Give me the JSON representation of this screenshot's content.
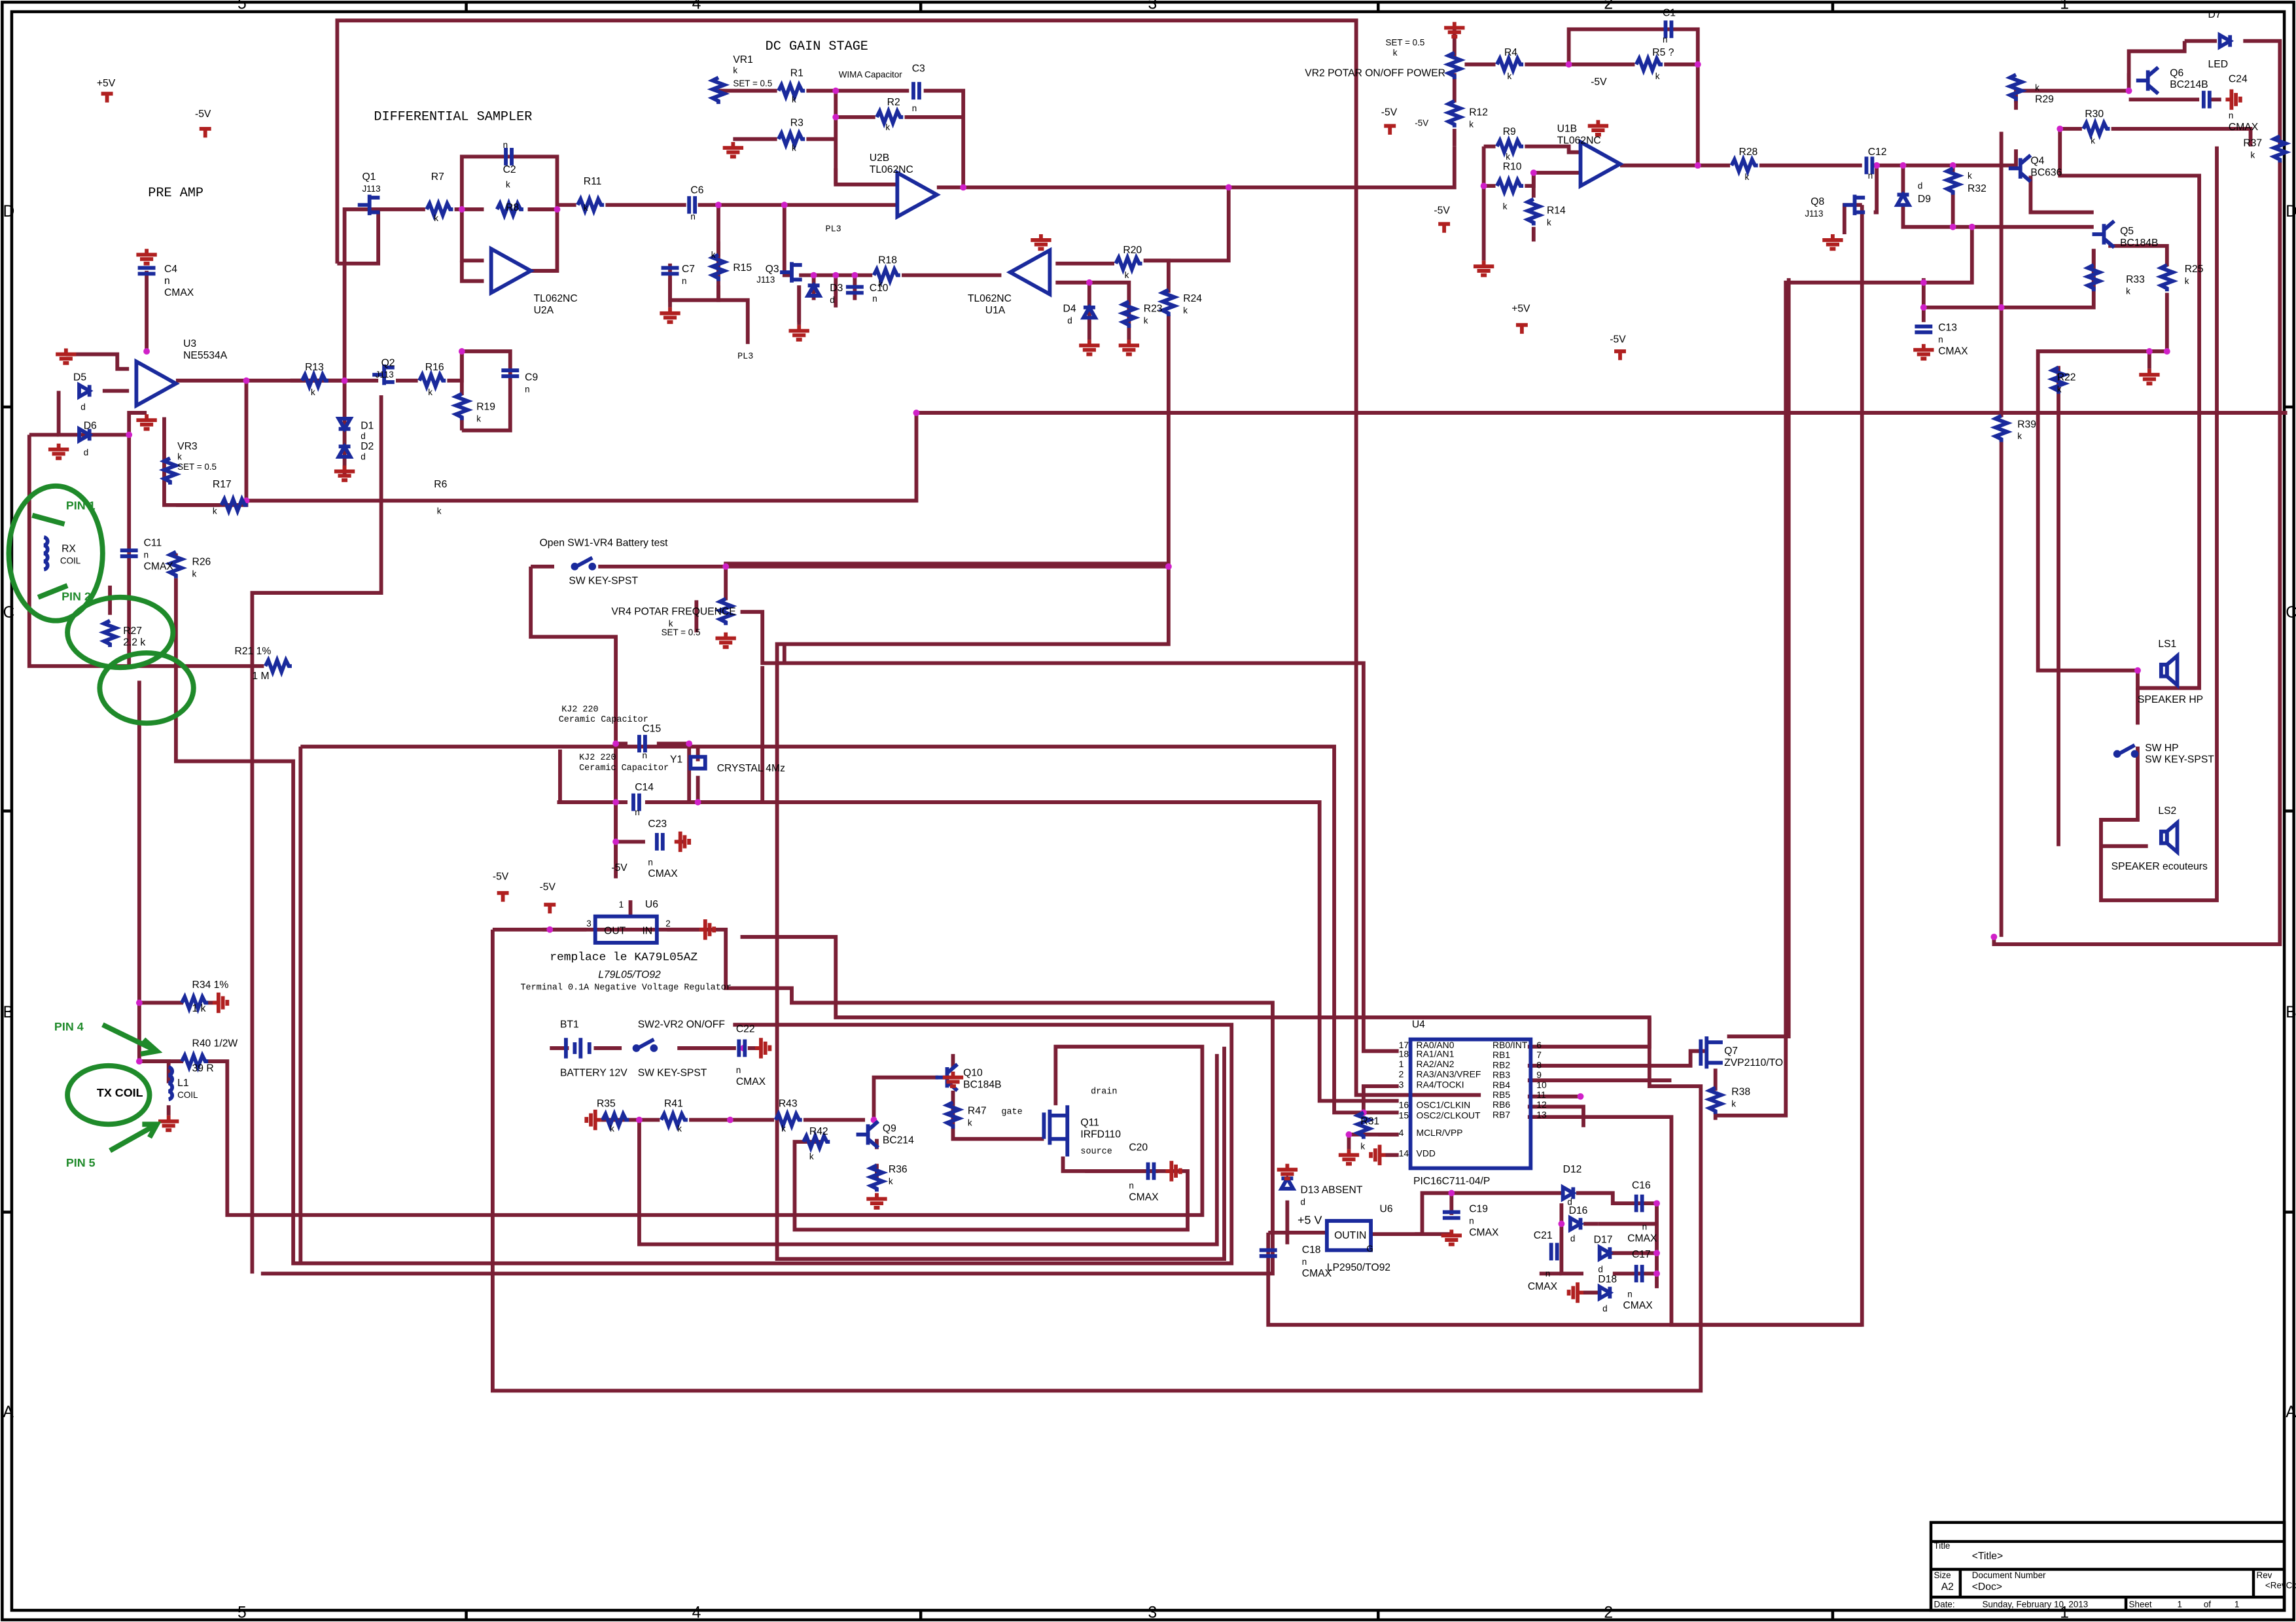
{
  "headings": {
    "pre_amp": "PRE AMP",
    "differential_sampler": "DIFFERENTIAL SAMPLER",
    "dc_gain_stage": "DC GAIN STAGE"
  },
  "rails": {
    "p5v": "+5V",
    "m5v": "-5V",
    "p5v_spaced": "+5 V"
  },
  "border": {
    "top_cols": [
      "5",
      "4",
      "3",
      "2",
      "1"
    ],
    "side_rows": [
      "D",
      "C",
      "B",
      "A"
    ]
  },
  "annotations": {
    "pin1": "PIN 1",
    "pin2": "PIN 2",
    "pin4": "PIN 4",
    "pin5": "PIN 5",
    "tx_coil": "TX COIL"
  },
  "notes": {
    "battery_test": "Open SW1-VR4 Battery test",
    "kj2_1": "KJ2 220",
    "ceramic_1": "Ceramic Capacitor",
    "kj2_2": "KJ2 220",
    "ceramic_2": "Ceramic Capacitor",
    "replace": "remplace le KA79L05AZ",
    "reg_part": "L79L05/TO92",
    "reg_desc": "Terminal 0.1A Negative Voltage Regulator",
    "wima": "WIMA Capacitor",
    "pl3a": "PL3",
    "pl3b": "PL3",
    "gate": "gate",
    "drain": "drain",
    "source": "source",
    "d13": "D13 ABSENT"
  },
  "parts": {
    "q1": "Q1",
    "j113": "J113",
    "q2": "Q2",
    "q3": "Q3",
    "q8": "Q8",
    "r7": "R7",
    "r8": "R8",
    "r11": "R11",
    "r13": "R13",
    "r16": "R16",
    "r17": "R17",
    "r19": "R19",
    "r6": "R6",
    "r26": "R26",
    "r27": "R27",
    "r27v": "2.2 k",
    "r21": "R21 1%",
    "r21v": "1 M",
    "c2": "C2",
    "c4": "C4",
    "c6": "C6",
    "c7": "C7",
    "c9": "C9",
    "c11": "C11",
    "u2a": "U2A",
    "tl082": "TL062NC",
    "u3": "U3",
    "ne5534": "NE5534A",
    "vr3": "VR3",
    "set05": "SET = 0.5",
    "d5": "D5",
    "d6": "D6",
    "d1": "D1",
    "d2": "D2",
    "rx": "RX",
    "coil": "COIL",
    "vr1": "VR1",
    "r1": "R1",
    "r2": "R2",
    "r3": "R3",
    "c3": "C3",
    "u2b": "U2B",
    "r15": "R15",
    "r18": "R18",
    "d3": "D3",
    "c10": "C10",
    "u1a": "U1A",
    "r20": "R20",
    "r23": "R23",
    "r24": "R24",
    "d4": "D4",
    "vr2": "VR2 POTAR ON/OFF POWER",
    "r4": "R4",
    "r5": "R5  ?",
    "c1": "C1",
    "r12": "R12",
    "r9": "R9",
    "r10": "R10",
    "r14": "R14",
    "u1b": "U1B",
    "r28": "R28",
    "c12": "C12",
    "d9": "D9",
    "r32": "R32",
    "c13": "C13",
    "r29": "R29",
    "q6": "Q6",
    "bc214b": "BC214B",
    "led": "LED",
    "d7": "D7",
    "c24": "C24",
    "r30": "R30",
    "r37": "R37",
    "q4": "Q4",
    "bc636": "BC636",
    "q5": "Q5",
    "bc184b": "BC184B",
    "r33": "R33",
    "r25": "R25",
    "r22": "R22",
    "r39": "R39",
    "ls1": "LS1",
    "speaker_hp": "SPEAKER HP",
    "sw_hp": "SW HP",
    "sw_key": "SW KEY-SPST",
    "ls2": "LS2",
    "speaker_ec": "SPEAKER ecouteurs",
    "vr4": "VR4 POTAR FREQUENCE",
    "c15": "C15",
    "y1": "Y1",
    "crystal": "CRYSTAL 4Mz",
    "c14": "C14",
    "c23": "C23",
    "u6": "U6",
    "out": "OUT",
    "in": "IN",
    "r34": "R34  1%",
    "r34v": "1 k",
    "r40": "R40 1/2W",
    "r40v": "39 R",
    "l1": "L1",
    "bt1": "BT1",
    "battery": "BATTERY 12V",
    "sw2": "SW2-VR2 ON/OFF",
    "c22": "C22",
    "r35": "R35",
    "r41": "R41",
    "r43": "R43",
    "r42": "R42",
    "q9": "Q9",
    "bc214": "BC214",
    "r36": "R36",
    "q10": "Q10",
    "r47": "R47",
    "q11": "Q11",
    "irfd110": "IRFD110",
    "c20": "C20",
    "u4": "U4",
    "pic": "PIC16C711-04/P",
    "r31": "R31",
    "q7": "Q7",
    "zvp": "ZVP2110/TO",
    "r38": "R38",
    "c19": "C19",
    "c18": "C18",
    "lp2950": "LP2950/TO92",
    "d12": "D12",
    "d16": "D16",
    "d17": "D17",
    "d18": "D18",
    "c16": "C16",
    "c17": "C17",
    "c21": "C21",
    "gnd": "G",
    "k": "k",
    "n": "n",
    "d": "d",
    "cmax": "CMAX",
    "pin_out": "3",
    "pin_in": "2",
    "pin_gnd": "1"
  },
  "pic_pins_left": [
    {
      "num": "17",
      "name": "RA0/AN0"
    },
    {
      "num": "18",
      "name": "RA1/AN1"
    },
    {
      "num": "1",
      "name": "RA2/AN2"
    },
    {
      "num": "2",
      "name": "RA3/AN3/VREF"
    },
    {
      "num": "3",
      "name": "RA4/TOCKI"
    },
    {
      "num": "16",
      "name": "OSC1/CLKIN"
    },
    {
      "num": "15",
      "name": "OSC2/CLKOUT"
    },
    {
      "num": "4",
      "name": "MCLR/VPP"
    },
    {
      "num": "14",
      "name": "VDD"
    }
  ],
  "pic_pins_right": [
    {
      "num": "6",
      "name": "RB0/INT"
    },
    {
      "num": "7",
      "name": "RB1"
    },
    {
      "num": "8",
      "name": "RB2"
    },
    {
      "num": "9",
      "name": "RB3"
    },
    {
      "num": "10",
      "name": "RB4"
    },
    {
      "num": "11",
      "name": "RB5"
    },
    {
      "num": "12",
      "name": "RB6"
    },
    {
      "num": "13",
      "name": "RB7"
    }
  ],
  "title_block": {
    "title_label": "Title",
    "title": "<Title>",
    "size_label": "Size",
    "size": "A2",
    "docnum_label": "Document Number",
    "docnum": "<Doc>",
    "rev_label": "Rev",
    "rev": "<RevCo",
    "date_label": "Date:",
    "date": "Sunday, February 10, 2013",
    "sheet_label": "Sheet",
    "sheet": "1",
    "of_label": "of",
    "of": "1"
  }
}
